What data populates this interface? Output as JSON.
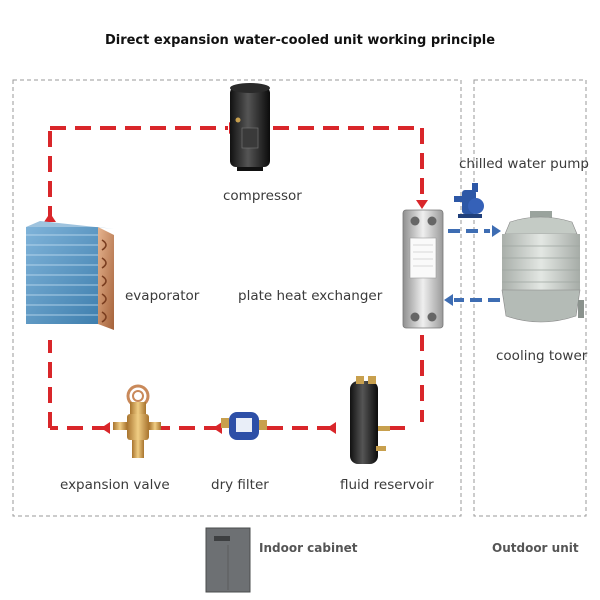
{
  "title": "Direct expansion water-cooled unit working principle",
  "components": {
    "compressor": "compressor",
    "evaporator": "evaporator",
    "plate_heat_exchanger": "plate heat exchanger",
    "chilled_water_pump": "chilled water pump",
    "cooling_tower": "cooling tower",
    "expansion_valve": "expansion valve",
    "dry_filter": "dry filter",
    "fluid_reservoir": "fluid reservoir"
  },
  "zones": {
    "indoor": "Indoor cabinet",
    "outdoor": "Outdoor unit"
  },
  "colors": {
    "refrigerant_flow": "#d9262a",
    "water_flow": "#3e6db3",
    "border_dash": "#9a9a9a"
  },
  "icons": [
    "compressor-icon",
    "evaporator-coil-icon",
    "plate-heat-exchanger-icon",
    "pump-icon",
    "cooling-tower-icon",
    "expansion-valve-icon",
    "dry-filter-icon",
    "fluid-reservoir-icon",
    "cabinet-icon"
  ]
}
